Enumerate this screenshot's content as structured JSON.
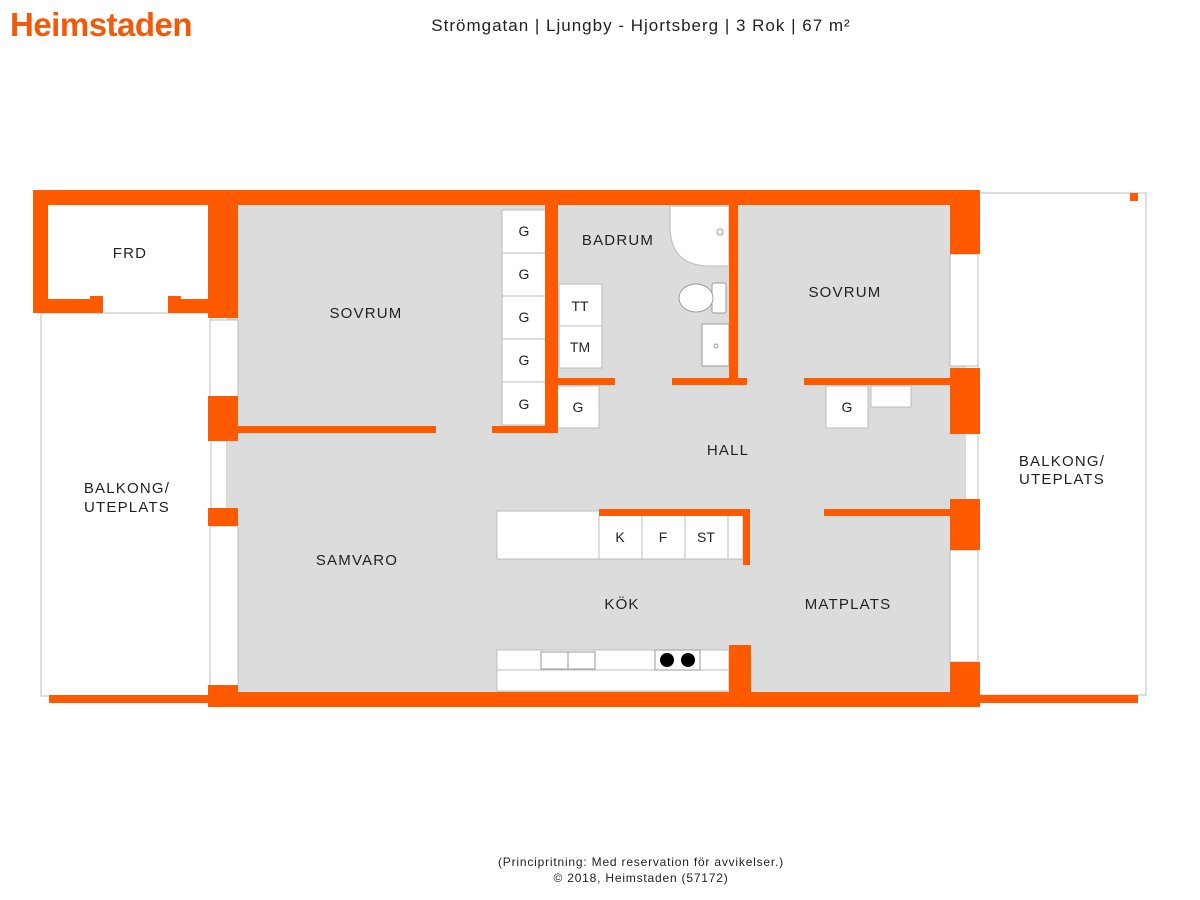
{
  "header": {
    "brand": "Heimstaden",
    "title": "Strömgatan | Ljungby - Hjortsberg | 3 Rok | 67 m²"
  },
  "colors": {
    "wall": "#ff5a00",
    "floor": "#dcdcdc",
    "brand": "#f25a0a"
  },
  "rooms": {
    "frd": "FRD",
    "sovrum_left": "SOVRUM",
    "badrum": "BADRUM",
    "sovrum_right": "SOVRUM",
    "hall": "HALL",
    "samvaro": "SAMVARO",
    "kok": "KÖK",
    "matplats": "MATPLATS",
    "balkong_left_line1": "BALKONG/",
    "balkong_left_line2": "UTEPLATS",
    "balkong_right_line1": "BALKONG/",
    "balkong_right_line2": "UTEPLATS"
  },
  "cabinets": {
    "g1": "G",
    "g2": "G",
    "g3": "G",
    "g4": "G",
    "g5": "G",
    "g_bath": "G",
    "g_hall": "G",
    "tt": "TT",
    "tm": "TM",
    "k": "K",
    "f": "F",
    "st": "ST"
  },
  "footer": {
    "line1": "(Principritning: Med reservation för avvikelser.)",
    "line2": "© 2018, Heimstaden (57172)"
  }
}
